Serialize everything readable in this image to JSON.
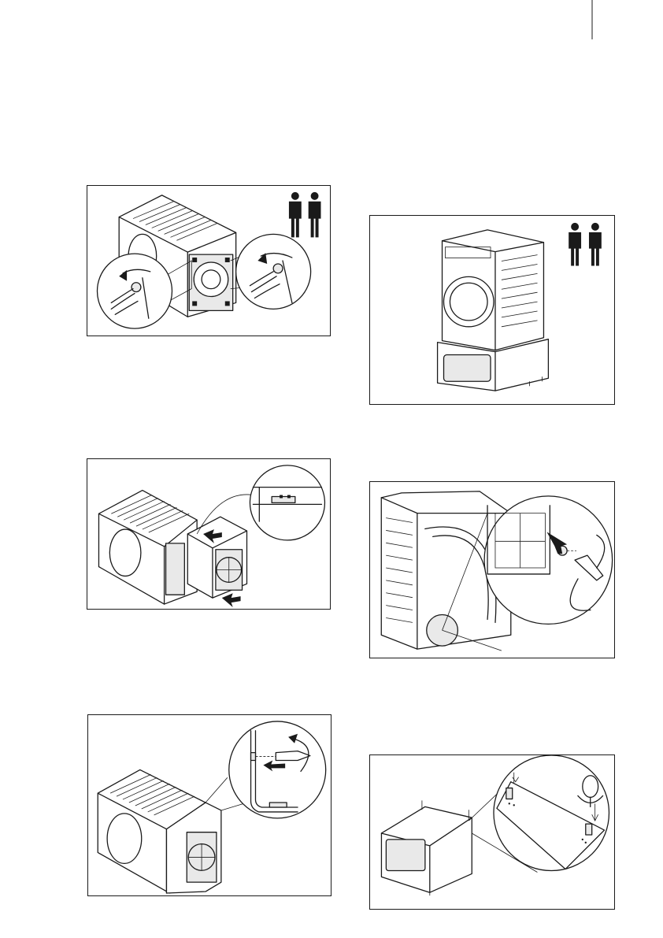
{
  "page": {
    "figures": [
      {
        "id": "fig-remove-transport-bolts",
        "people_icon": "two-person-lift-icon"
      },
      {
        "id": "fig-slide-out-rear-panel"
      },
      {
        "id": "fig-unscrew-bracket"
      },
      {
        "id": "fig-place-on-pedestal",
        "people_icon": "two-person-lift-icon"
      },
      {
        "id": "fig-fasten-screw-rear"
      },
      {
        "id": "fig-pedestal-screw-detail"
      }
    ]
  }
}
